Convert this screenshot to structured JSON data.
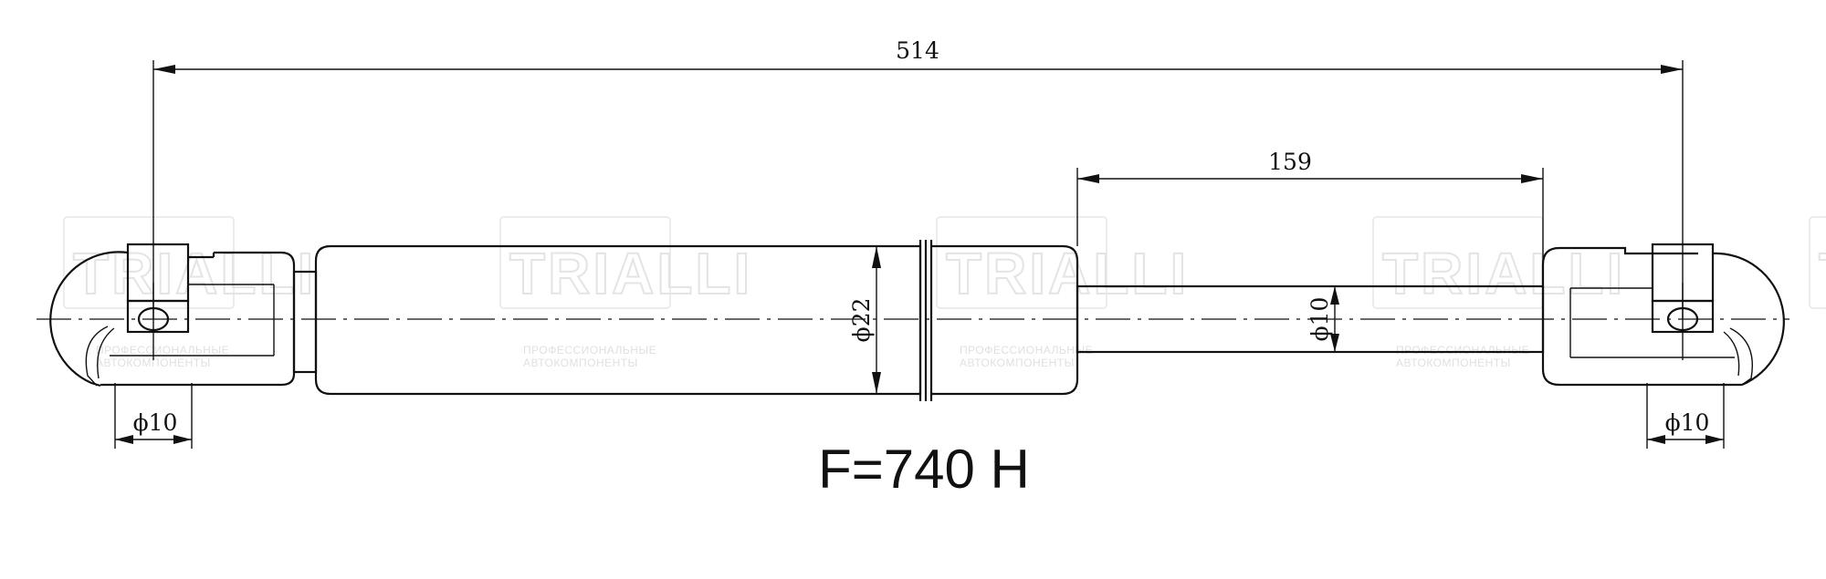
{
  "dimensions": {
    "overall_length": "514",
    "stroke_length": "159",
    "body_diameter": "ϕ22",
    "rod_diameter": "ϕ10",
    "left_eye_diameter": "ϕ10",
    "right_eye_diameter": "ϕ10"
  },
  "force_label": "F=740 H",
  "watermark": {
    "brand": "TRIALLI",
    "tagline_line1": "ПРОФЕССИОНАЛЬНЫЕ",
    "tagline_line2": "АВТОКОМПОНЕНТЫ"
  },
  "colors": {
    "line": "#111111",
    "background": "#ffffff",
    "watermark": "#e4e4e4"
  }
}
